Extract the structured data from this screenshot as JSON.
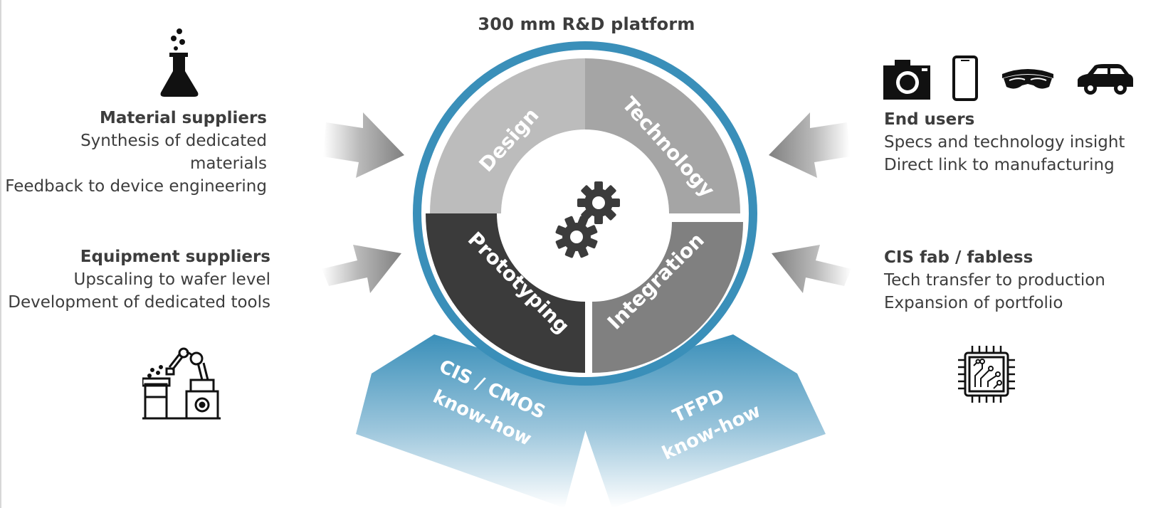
{
  "title": "300 mm R&D platform",
  "segments": {
    "design": "Design",
    "technology": "Technology",
    "prototyping": "Prototyping",
    "integration": "Integration"
  },
  "knowhow": {
    "left": [
      "CIS / CMOS",
      "know-how"
    ],
    "right": [
      "TFPD",
      "know-how"
    ]
  },
  "material_suppliers": {
    "heading": "Material suppliers",
    "lines": [
      "Synthesis of dedicated materials",
      "Feedback to device engineering"
    ]
  },
  "equipment_suppliers": {
    "heading": "Equipment suppliers",
    "lines": [
      "Upscaling to wafer level",
      "Development of dedicated tools"
    ]
  },
  "end_users": {
    "heading": "End users",
    "lines": [
      "Specs and technology insight",
      "Direct link to manufacturing"
    ]
  },
  "cis_fab": {
    "heading": "CIS fab / fabless",
    "lines": [
      "Tech transfer to production",
      "Expansion of portfolio"
    ]
  },
  "colors": {
    "ring": "#3a8fb9",
    "design": "#bcbcbc",
    "technology": "#a5a5a5",
    "prototyping": "#3b3b3b",
    "integration": "#808080",
    "arrow": "#888888",
    "text": "#3d3d3d"
  },
  "icons": {
    "flask": "flask-icon",
    "robot_arm": "robot-arm-icon",
    "camera": "camera-icon",
    "phone": "phone-icon",
    "vr_headset": "vr-headset-icon",
    "car": "car-icon",
    "chip": "chip-icon",
    "gears": "gears-icon"
  }
}
